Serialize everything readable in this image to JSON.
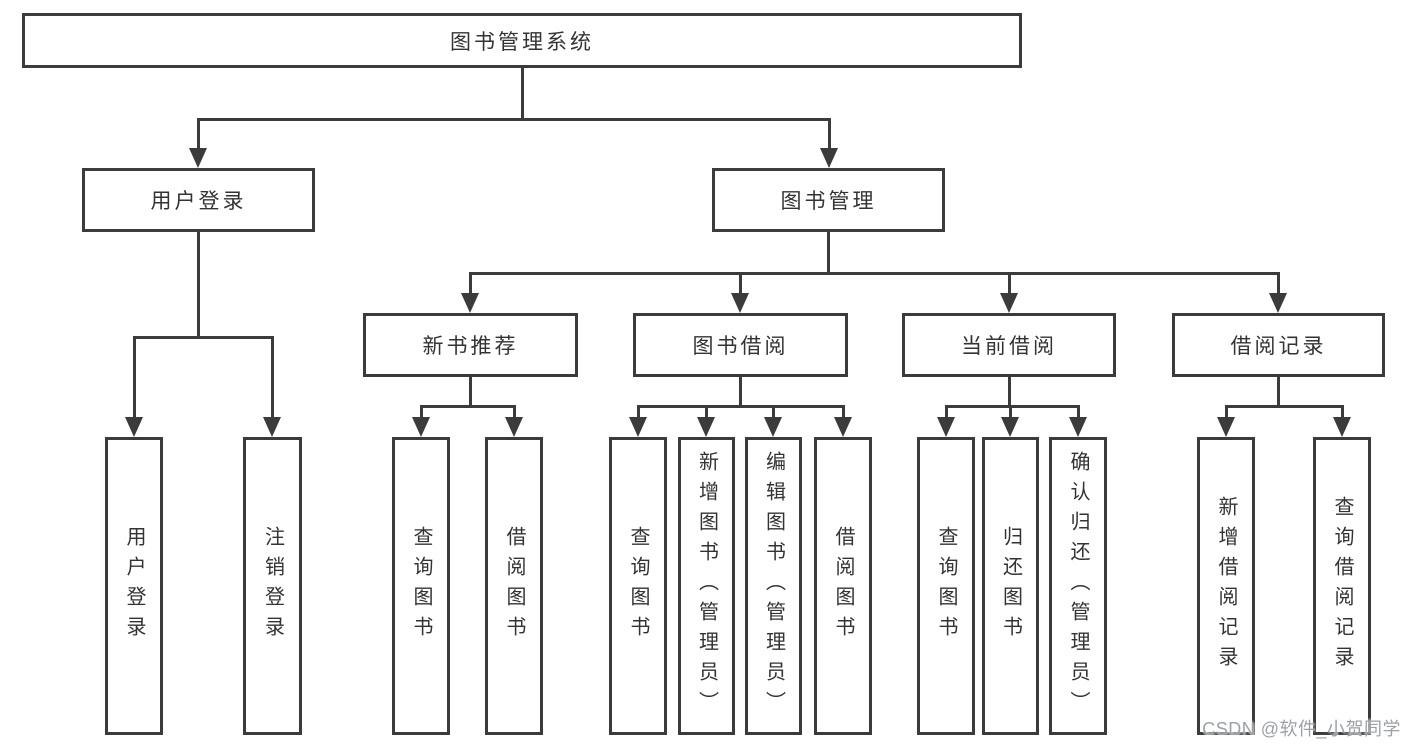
{
  "diagram": {
    "root": {
      "label": "图书管理系统"
    },
    "level2": {
      "user_login": {
        "label": "用户登录"
      },
      "book_management": {
        "label": "图书管理"
      }
    },
    "level3": {
      "new_book_recommend": {
        "label": "新书推荐"
      },
      "book_borrowing": {
        "label": "图书借阅"
      },
      "current_borrowing": {
        "label": "当前借阅"
      },
      "borrowing_records": {
        "label": "借阅记录"
      }
    },
    "leaves": {
      "user_login_leaf": {
        "label": "用户登录"
      },
      "logout": {
        "label": "注销登录"
      },
      "recommend_query_books": {
        "label": "查询图书"
      },
      "recommend_borrow_books": {
        "label": "借阅图书"
      },
      "borrowing_query_books": {
        "label": "查询图书"
      },
      "borrowing_add_books": {
        "label": "新增图书（管理员）"
      },
      "borrowing_edit_books": {
        "label": "编辑图书（管理员）"
      },
      "borrowing_borrow_books": {
        "label": "借阅图书"
      },
      "current_query_books": {
        "label": "查询图书"
      },
      "current_return_books": {
        "label": "归还图书"
      },
      "current_confirm_return": {
        "label": "确认归还（管理员）"
      },
      "records_add_record": {
        "label": "新增借阅记录"
      },
      "records_query_record": {
        "label": "查询借阅记录"
      }
    }
  },
  "watermark": {
    "text": "CSDN @软件_小贺同学"
  },
  "colors": {
    "line": "#3b3b3b",
    "text": "#333333",
    "background": "#ffffff",
    "watermark": "#9ca1a6"
  }
}
